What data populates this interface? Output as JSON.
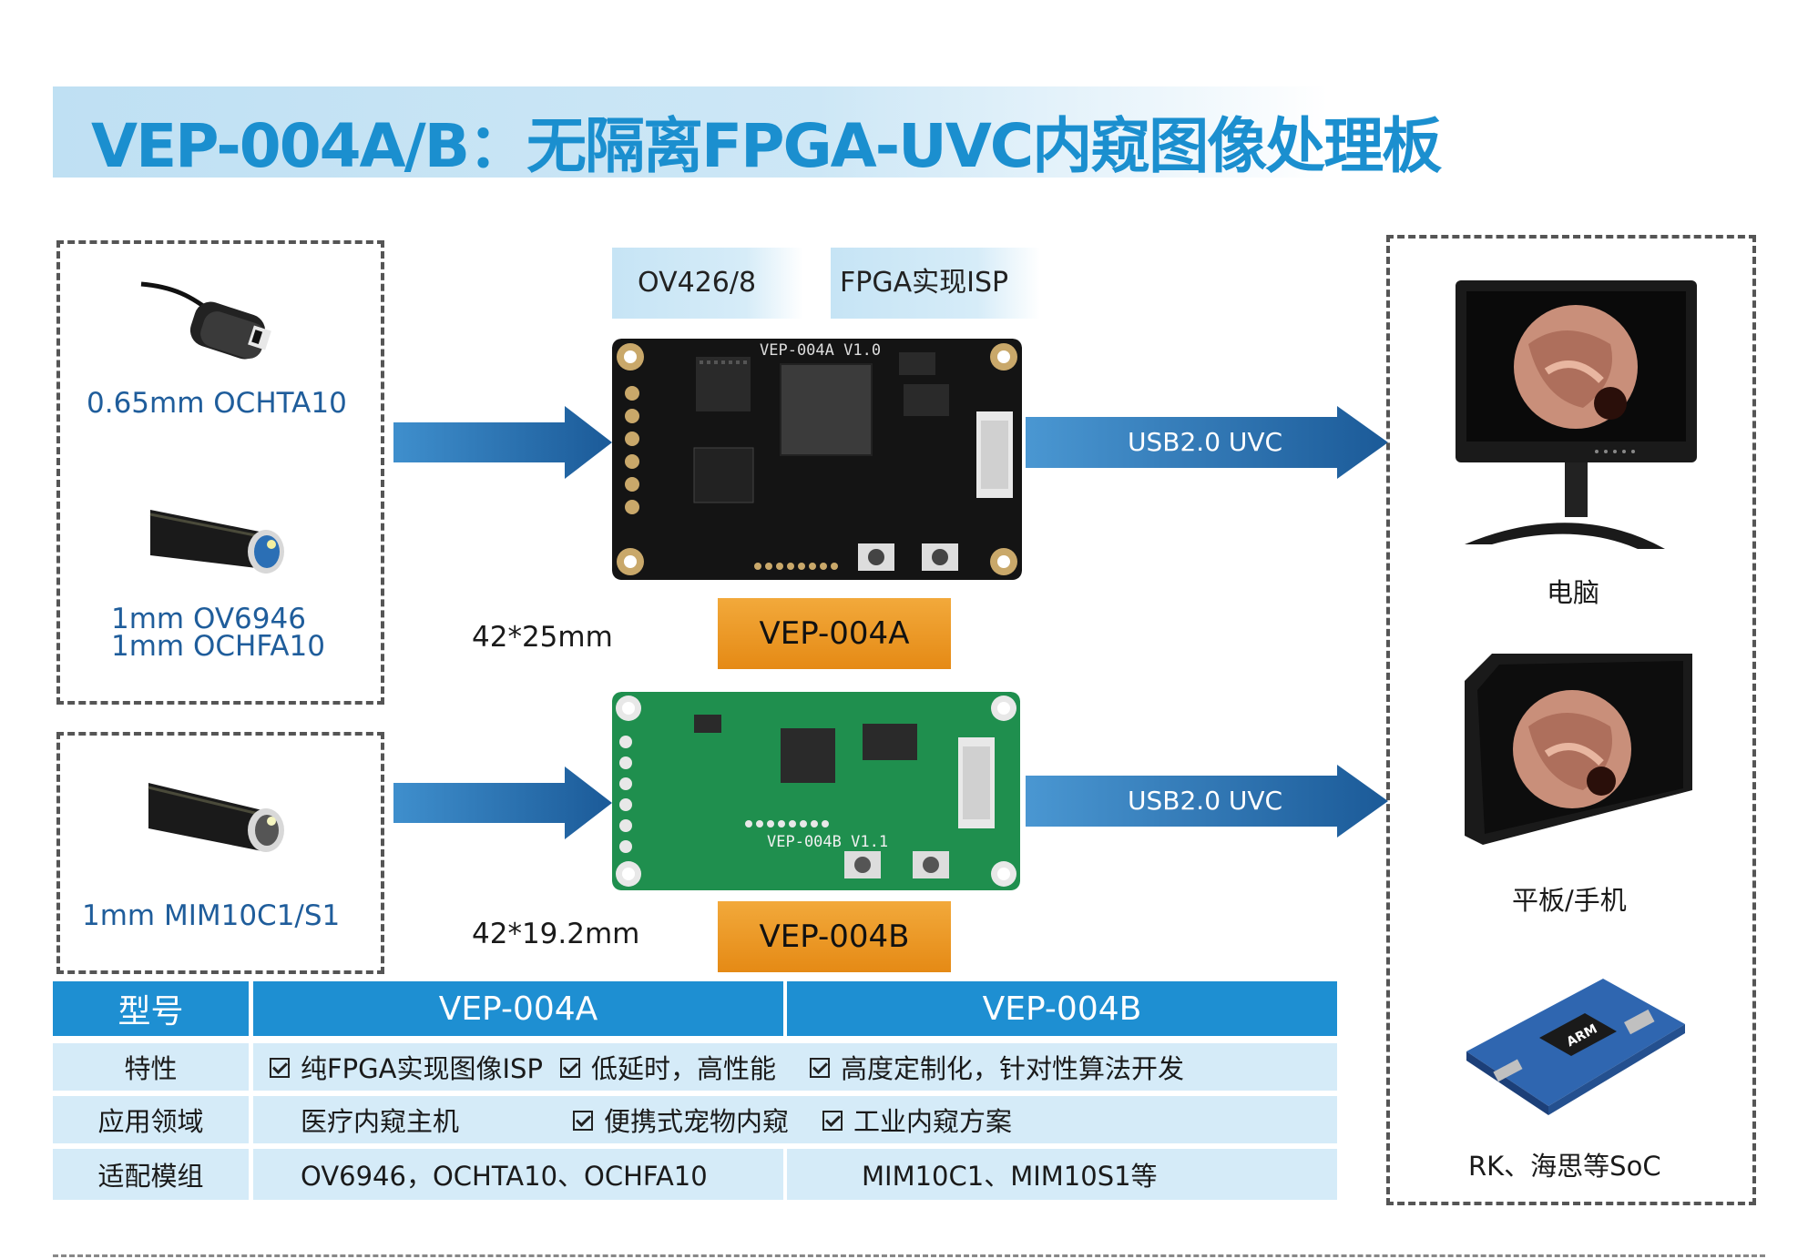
{
  "title": "VEP-004A/B：无隔离FPGA-UVC内窥图像处理板",
  "cameras": {
    "group1": [
      "0.65mm OCHTA10",
      "1mm OV6946",
      "1mm OCHFA10"
    ],
    "group2": [
      "1mm MIM10C1/S1"
    ]
  },
  "tags": {
    "sensor": "OV426/8",
    "isp": "FPGA实现ISP"
  },
  "boards": {
    "a": {
      "model": "VEP-004A",
      "size": "42*25mm",
      "silk": "VEP-004A V1.0",
      "color": "#111111"
    },
    "b": {
      "model": "VEP-004B",
      "size": "42*19.2mm",
      "silk": "VEP-004B V1.1",
      "color": "#1f8f4e"
    }
  },
  "usb_label": "USB2.0 UVC",
  "devices": [
    "电脑",
    "平板/手机",
    "RK、海思等SoC"
  ],
  "arm_chip_text": "ARM",
  "table": {
    "header": [
      "型号",
      "VEP-004A",
      "VEP-004B"
    ],
    "rows": [
      {
        "label": "特性",
        "items": [
          "纯FPGA实现图像ISP",
          "低延时，高性能",
          "高度定制化，针对性算法开发"
        ]
      },
      {
        "label": "应用领域",
        "items": [
          "医疗内窥主机",
          "便携式宠物内窥",
          "工业内窥方案"
        ]
      },
      {
        "label": "适配模组",
        "items": [
          "OV6946，OCHTA10、OCHFA10",
          "MIM10C1、MIM10S1等"
        ]
      }
    ]
  },
  "colors": {
    "accent": "#1b8fcf",
    "arrow": "#1f5d9b",
    "orange": "#e58a15",
    "table_header": "#1e8fd2"
  }
}
